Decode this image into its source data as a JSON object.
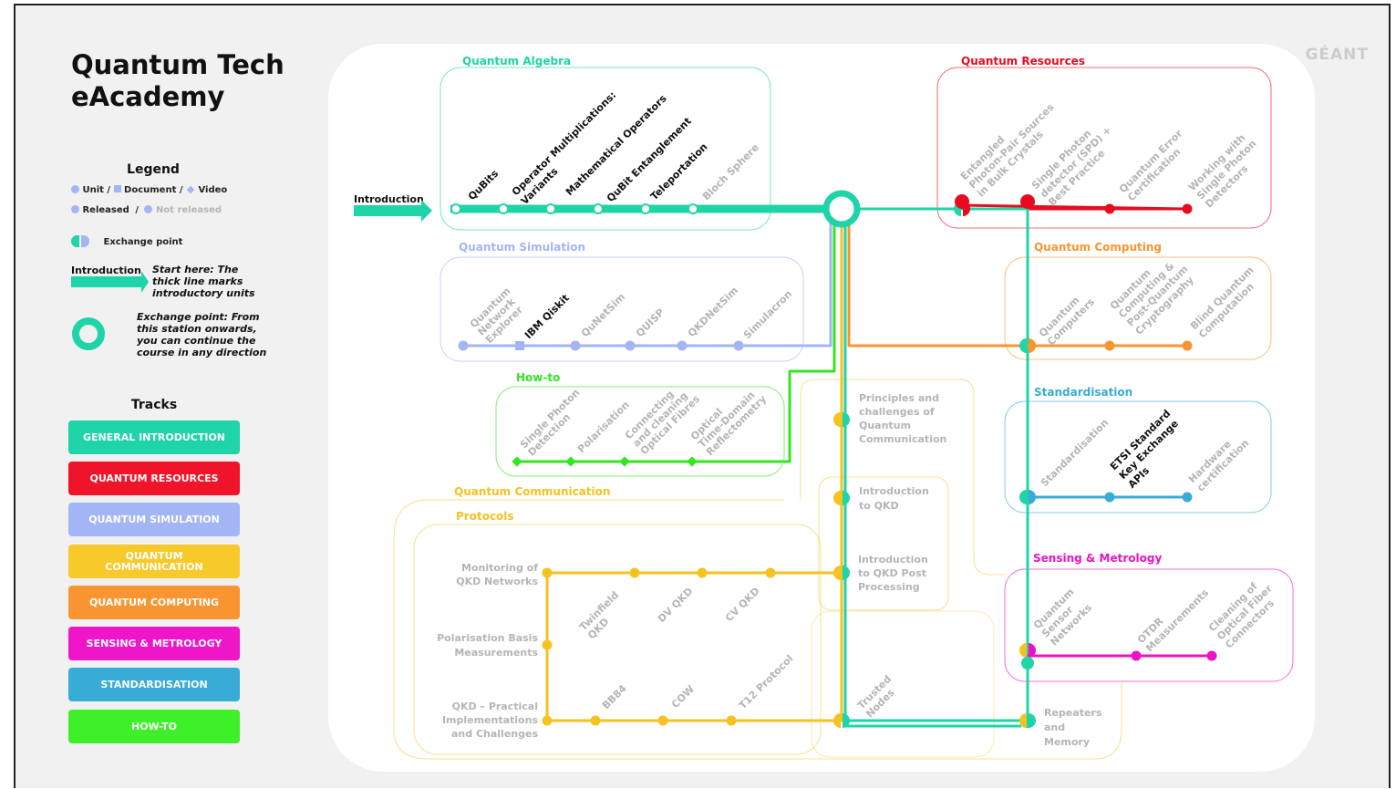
{
  "title_line1": "Quantum Tech",
  "title_line2": "eAcademy",
  "brand": "GÉANT",
  "legend": {
    "heading": "Legend",
    "unit": "Unit /",
    "document": "Document /",
    "video": "Video",
    "released": "Released",
    "slash": "/",
    "not_released": "Not released",
    "exchange": "Exchange point",
    "intro_label": "Introduction",
    "intro_desc_1": "Start here: The",
    "intro_desc_2": "thick line marks",
    "intro_desc_3": "introductory units",
    "ex_desc_1": "Exchange point: From",
    "ex_desc_2": "this station onwards,",
    "ex_desc_3": "you can continue the",
    "ex_desc_4": "course in any direction"
  },
  "tracks_heading": "Tracks",
  "tracks": [
    {
      "label": "GENERAL INTRODUCTION",
      "color": "#1ed4a8"
    },
    {
      "label": "QUANTUM RESOURCES",
      "color": "#f0142a"
    },
    {
      "label": "QUANTUM SIMULATION",
      "color": "#a3b5f5"
    },
    {
      "label": "QUANTUM COMMUNICATION",
      "color": "#f7c92b"
    },
    {
      "label": "QUANTUM COMPUTING",
      "color": "#f99530"
    },
    {
      "label": "SENSING & METROLOGY",
      "color": "#ee16c8"
    },
    {
      "label": "STANDARDISATION",
      "color": "#38acd7"
    },
    {
      "label": "HOW-TO",
      "color": "#3ef02a"
    }
  ],
  "colors": {
    "intro": "#1ed4a8",
    "resources": "#e60c20",
    "simulation": "#a3b5f5",
    "communication": "#f5c220",
    "computing": "#f99530",
    "sensing": "#ea14c6",
    "standardisation": "#38acd7",
    "howto": "#34e521",
    "released_text": "#111111",
    "unreleased_text": "#b5b5b5"
  },
  "map": {
    "intro_arrow": "Introduction",
    "sections": {
      "algebra": "Quantum Algebra",
      "resources": "Quantum Resources",
      "simulation": "Quantum Simulation",
      "computing": "Quantum Computing",
      "howto": "How-to",
      "standardisation": "Standardisation",
      "communication": "Quantum Communication",
      "protocols": "Protocols",
      "sensing": "Sensing & Metrology"
    },
    "algebra_stations": [
      {
        "label": "QuBits",
        "released": true
      },
      {
        "label": "Operator Multiplications: Variants",
        "released": true
      },
      {
        "label": "Mathematical Operators",
        "released": true
      },
      {
        "label": "QuBit Entanglement",
        "released": true
      },
      {
        "label": "Teleportation",
        "released": true
      },
      {
        "label": "Bloch Sphere",
        "released": false
      }
    ],
    "resources_stations": [
      {
        "label": "Entangled Photon-Pair Sources in Bulk Crystals",
        "released": false
      },
      {
        "label": "Single Photon detector (SPD) + Best Practice",
        "released": false
      },
      {
        "label": "Quantum Error Certification",
        "released": false
      },
      {
        "label": "Working with Single Photon Detectors",
        "released": false
      }
    ],
    "simulation_stations": [
      {
        "label": "Quantum Network Explorer",
        "released": false
      },
      {
        "label": "IBM Qiskit",
        "released": true
      },
      {
        "label": "QuNetSim",
        "released": false
      },
      {
        "label": "QUISP",
        "released": false
      },
      {
        "label": "QKDNetSim",
        "released": false
      },
      {
        "label": "Simulacron",
        "released": false
      }
    ],
    "computing_stations": [
      {
        "label": "Quantum Computers",
        "released": false
      },
      {
        "label": "Quantum Computing & Post-Quantum Cryptography",
        "released": false
      },
      {
        "label": "Blind Quantum Computation",
        "released": false
      }
    ],
    "howto_stations": [
      {
        "label": "Single Photon Detection",
        "released": false
      },
      {
        "label": "Polarisation",
        "released": false
      },
      {
        "label": "Connecting and cleaning Optical Fibres",
        "released": false
      },
      {
        "label": "Optical Time-Domain Reflectometry",
        "released": false
      }
    ],
    "standardisation_stations": [
      {
        "label": "Standardisation",
        "released": false
      },
      {
        "label": "ETSI Standard Key Exchange APIs",
        "released": true
      },
      {
        "label": "Hardware certification",
        "released": false
      }
    ],
    "communication_stations": [
      {
        "label": "Principles and challenges of Quantum Communication",
        "released": false
      },
      {
        "label": "Introduction to QKD",
        "released": false
      },
      {
        "label": "Introduction to QKD Post Processing",
        "released": false
      },
      {
        "label": "Trusted Nodes",
        "released": false
      },
      {
        "label": "Repeaters and Memory",
        "released": false
      }
    ],
    "protocol_stations": [
      {
        "label": "Monitoring of QKD Networks",
        "released": false
      },
      {
        "label": "Polarisation Basis Measurements",
        "released": false
      },
      {
        "label": "QKD – Practical Implementations and Challenges",
        "released": false
      },
      {
        "label": "Twinfield QKD",
        "released": false
      },
      {
        "label": "DV QKD",
        "released": false
      },
      {
        "label": "CV QKD",
        "released": false
      },
      {
        "label": "BB84",
        "released": false
      },
      {
        "label": "COW",
        "released": false
      },
      {
        "label": "T12 Protocol",
        "released": false
      }
    ],
    "sensing_stations": [
      {
        "label": "Quantum Sensor Networks",
        "released": false
      },
      {
        "label": "OTDR Measurements",
        "released": false
      },
      {
        "label": "Cleaning of Optical Fiber Connectors",
        "released": false
      }
    ]
  }
}
